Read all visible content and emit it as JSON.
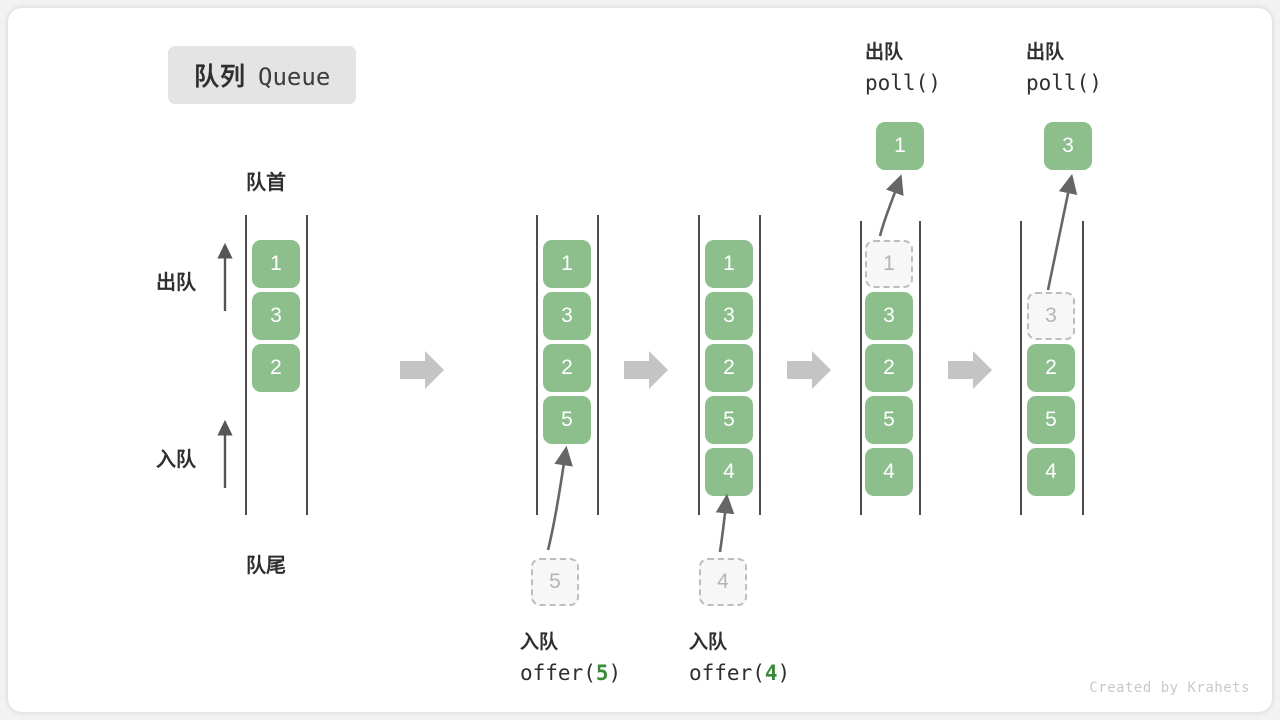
{
  "title": {
    "cn": "队列",
    "en": "Queue"
  },
  "labels": {
    "front": "队首",
    "rear": "队尾",
    "dequeue": "出队",
    "enqueue": "入队"
  },
  "colors": {
    "cell_fill": "#8cbf8c",
    "cell_text": "#ffffff",
    "ghost_fill": "#f7f7f7",
    "ghost_border": "#bdbdbd",
    "ghost_text": "#b4b4b4",
    "rail": "#4d4d4d",
    "arrow": "#666666",
    "block_arrow": "#c4c4c4",
    "accent_num": "#3a8a3a",
    "badge_bg": "#e4e4e4",
    "text": "#2f2f2f",
    "card_bg": "#ffffff",
    "page_bg": "#f2f2f2"
  },
  "stages": [
    {
      "id": "initial",
      "cells": [
        "1",
        "3",
        "2"
      ],
      "ghost_index": -1,
      "caption_top": null,
      "caption_bottom": null,
      "ghost_below": null,
      "popped": null
    },
    {
      "id": "offer-5",
      "cells": [
        "1",
        "3",
        "2",
        "5"
      ],
      "ghost_index": -1,
      "caption_top": null,
      "caption_bottom": {
        "line1": "入队",
        "call": "offer(",
        "num": "5",
        "close": ")"
      },
      "ghost_below": "5",
      "popped": null
    },
    {
      "id": "offer-4",
      "cells": [
        "1",
        "3",
        "2",
        "5",
        "4"
      ],
      "ghost_index": -1,
      "caption_top": null,
      "caption_bottom": {
        "line1": "入队",
        "call": "offer(",
        "num": "4",
        "close": ")"
      },
      "ghost_below": "4",
      "popped": null
    },
    {
      "id": "poll-1",
      "cells": [
        "1",
        "3",
        "2",
        "5",
        "4"
      ],
      "ghost_index": 0,
      "caption_top": {
        "line1": "出队",
        "line2": "poll()"
      },
      "caption_bottom": null,
      "ghost_below": null,
      "popped": "1"
    },
    {
      "id": "poll-3",
      "cells": [
        "3",
        "2",
        "5",
        "4"
      ],
      "ghost_index": 0,
      "caption_top": {
        "line1": "出队",
        "line2": "poll()"
      },
      "caption_bottom": null,
      "ghost_below": null,
      "popped": "3"
    }
  ],
  "credit": "Created by Krahets"
}
